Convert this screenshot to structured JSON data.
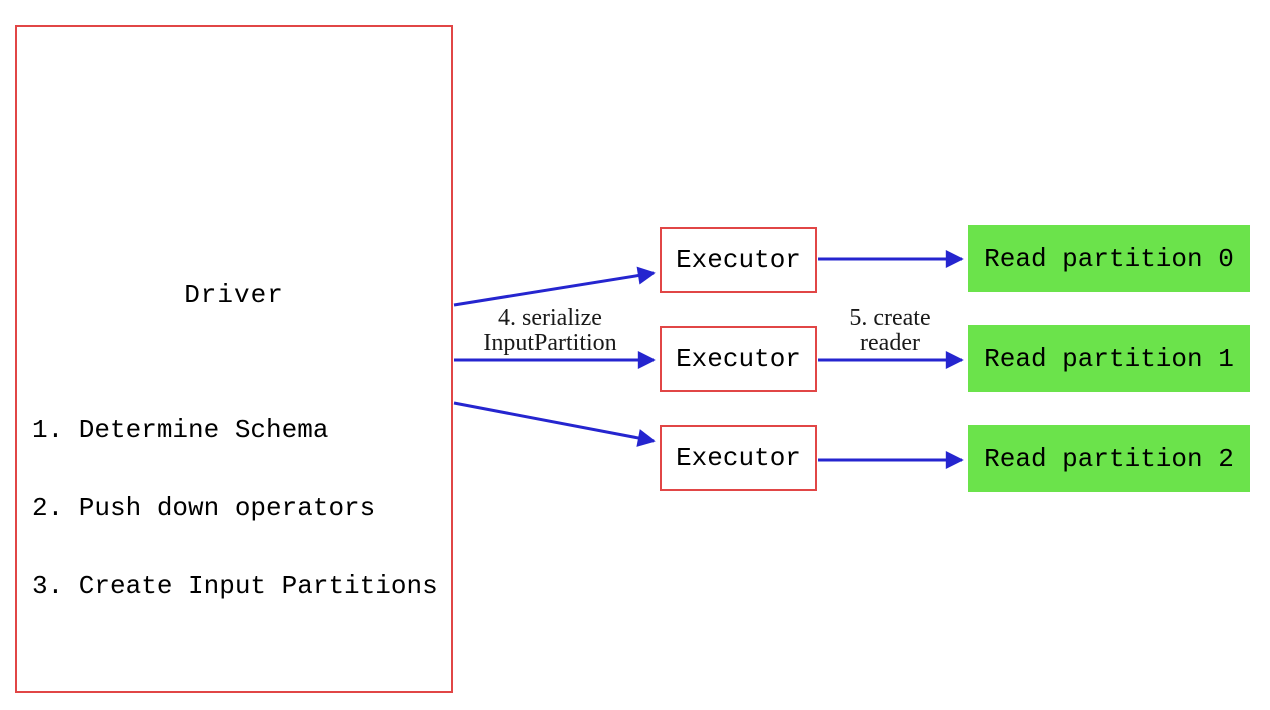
{
  "diagram": {
    "driver": {
      "title": "Driver",
      "steps": [
        "1. Determine Schema",
        "2. Push down operators",
        "3. Create Input Partitions"
      ]
    },
    "executors": [
      {
        "label": "Executor"
      },
      {
        "label": "Executor"
      },
      {
        "label": "Executor"
      }
    ],
    "partitions": [
      {
        "label": "Read partition 0"
      },
      {
        "label": "Read partition 1"
      },
      {
        "label": "Read partition 2"
      }
    ],
    "annotations": {
      "serialize": "4. serialize\nInputPartition",
      "create_reader": "5. create\nreader"
    },
    "colors": {
      "box_border_red": "#e14646",
      "arrow_blue": "#2525cf",
      "partition_green": "#6be34b"
    }
  }
}
